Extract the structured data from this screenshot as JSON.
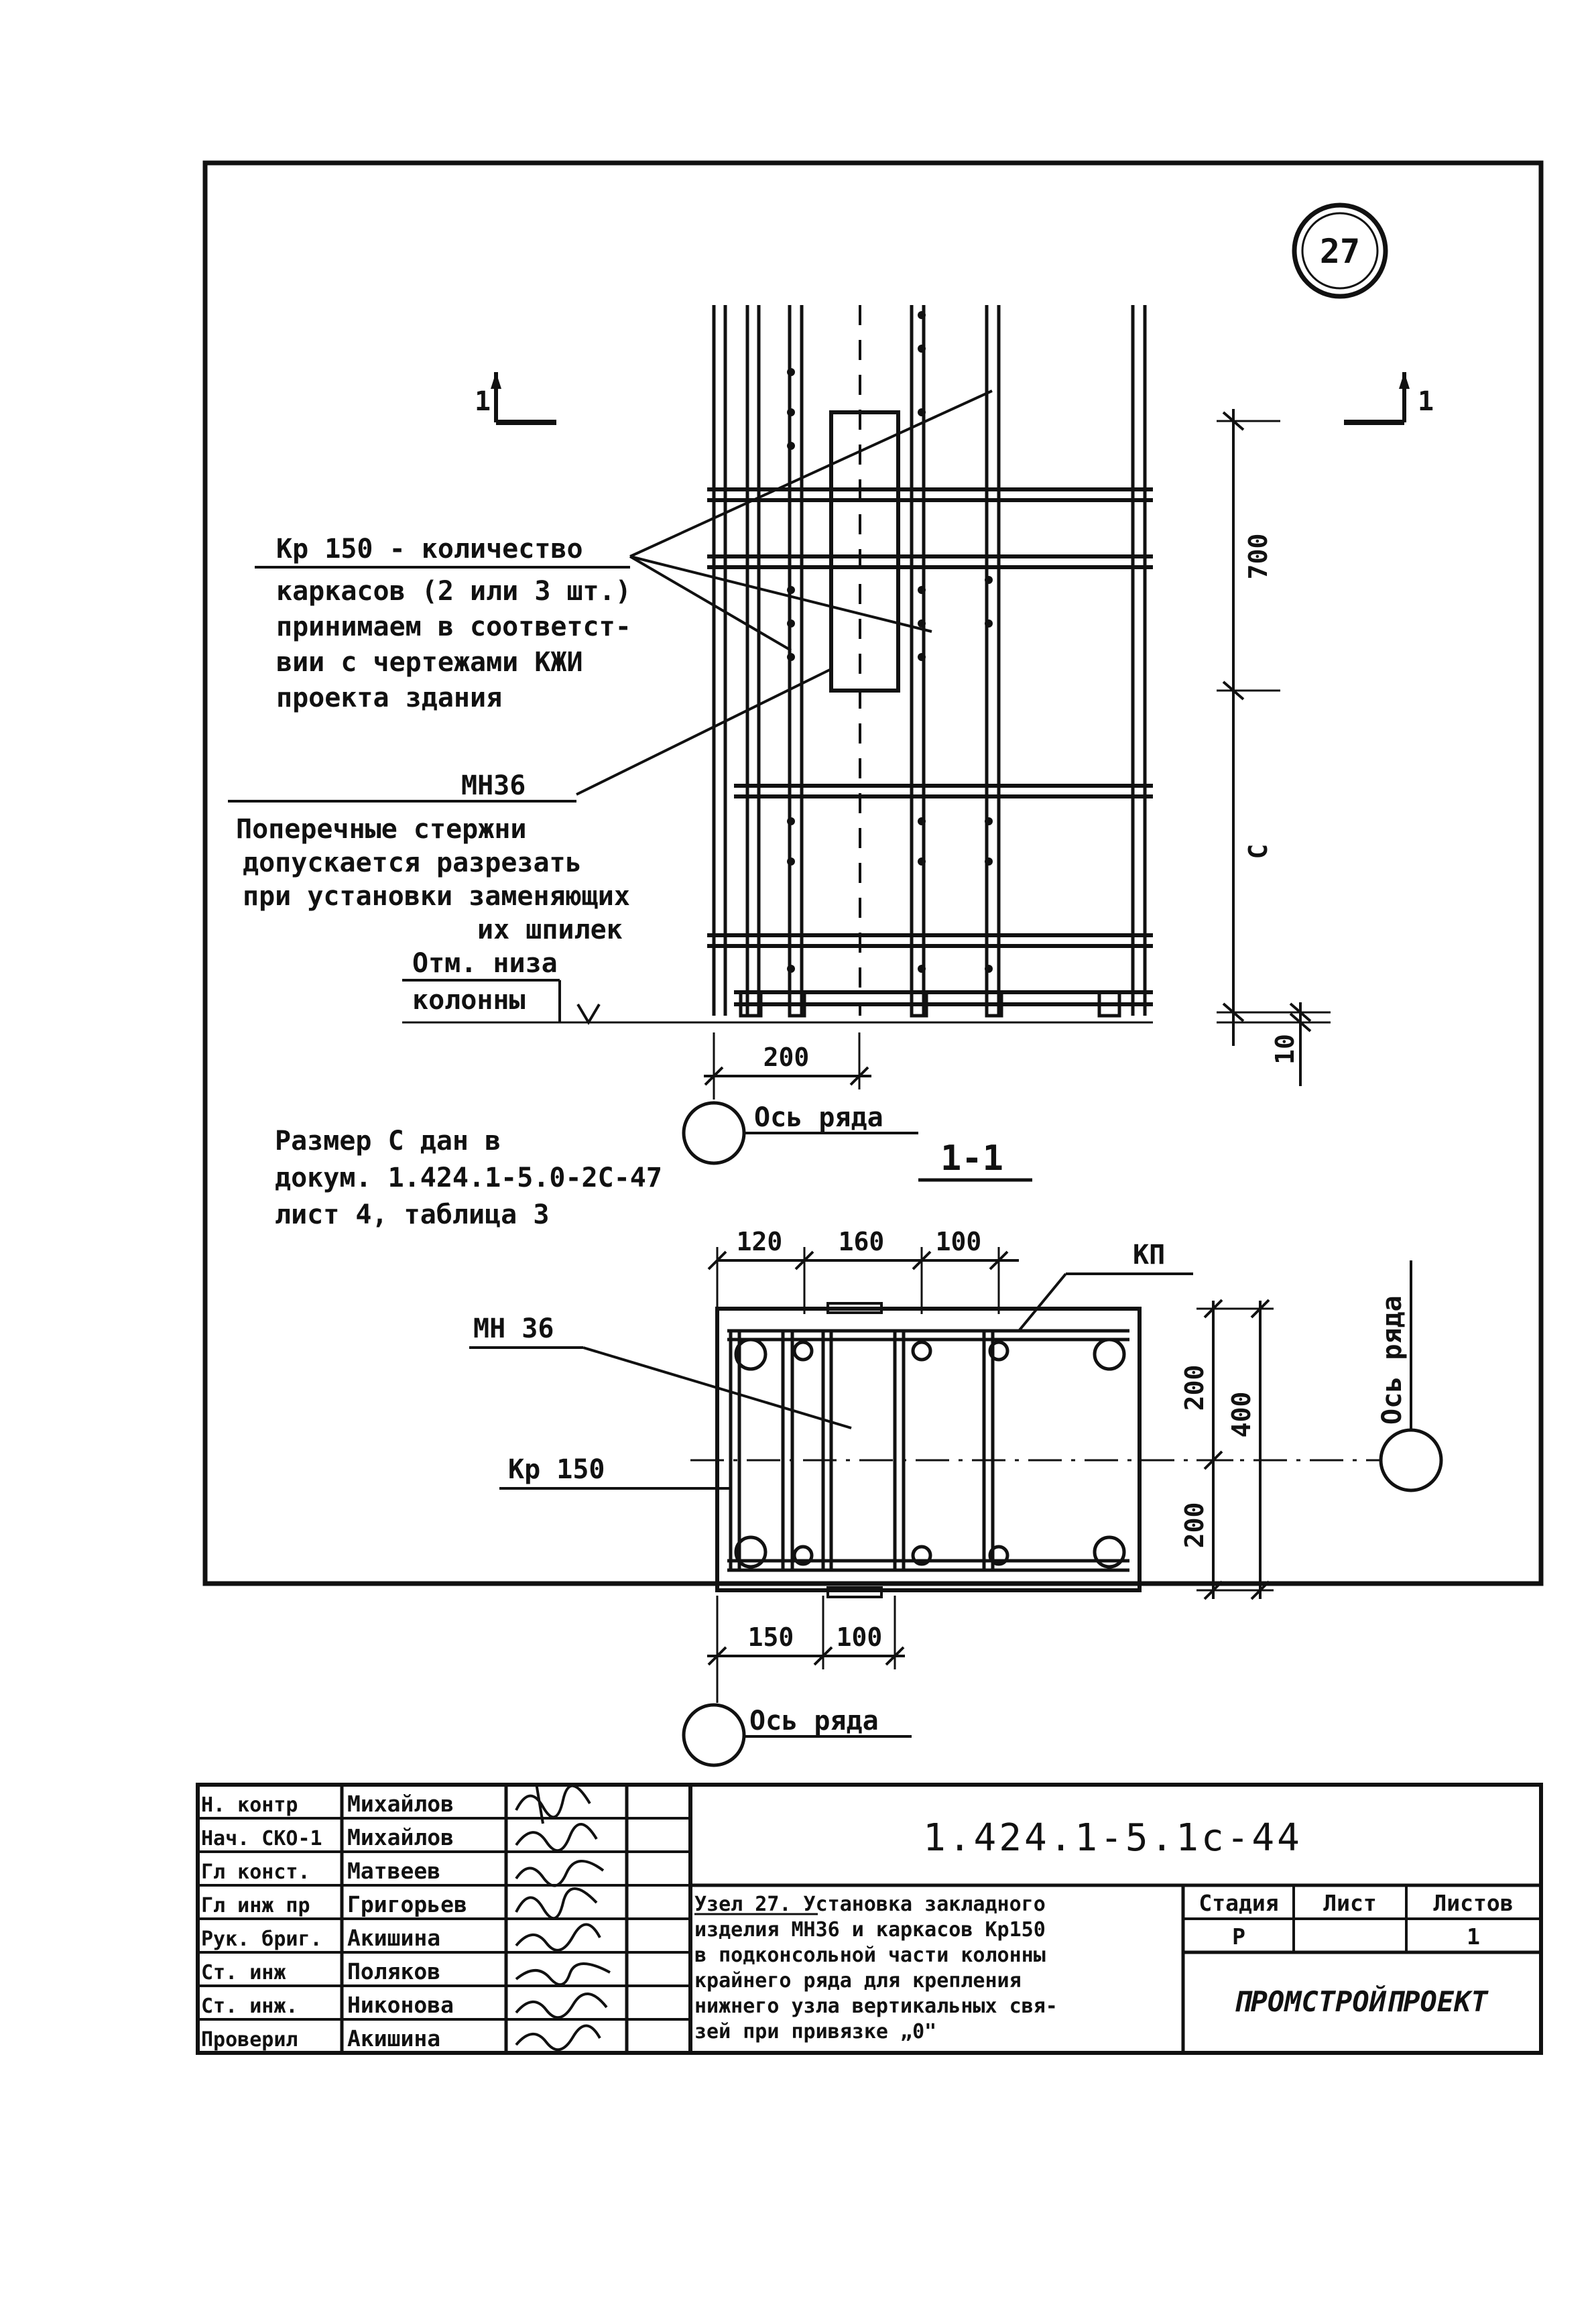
{
  "sheet_number": "27",
  "section_marks": {
    "left": "1",
    "right": "1"
  },
  "elevation": {
    "note_kr150": [
      "Кр 150 - количество",
      "каркасов (2 или 3 шт.)",
      "принимаем в соответст-",
      "вии с чертежами КЖИ",
      "проекта здания"
    ],
    "mn36_label": "МН36",
    "note_rods": [
      "Поперечные стержни",
      "допускается разрезать",
      "при установки заменяющих",
      "их шпилек"
    ],
    "bottom_mark": [
      "Отм. низа",
      "колонны"
    ],
    "dim_700": "700",
    "dim_c": "С",
    "dim_10": "10",
    "dim_200": "200",
    "axis_label": "Ось ряда"
  },
  "note_size_c": [
    "Размер С дан в",
    "докум.   1.424.1-5.0-2С-47",
    "лист 4, таблица 3"
  ],
  "section": {
    "title": "1-1",
    "kp_label": "КП",
    "mn36_label": "МН 36",
    "kr150_label": "Кр 150",
    "dims_top": [
      "120",
      "160",
      "100"
    ],
    "dims_bottom": [
      "150",
      "100"
    ],
    "dims_right": [
      "200",
      "200"
    ],
    "dim_total": "400",
    "axis_right": "Ось ряда",
    "axis_bottom": "Ось ряда"
  },
  "title_block": {
    "signatures": [
      {
        "role": "Н. контр",
        "name": "Михайлов"
      },
      {
        "role": "Нач. СКО-1",
        "name": "Михайлов"
      },
      {
        "role": "Гл конст.",
        "name": "Матвеев"
      },
      {
        "role": "Гл инж пр",
        "name": "Григорьев"
      },
      {
        "role": "Рук. бриг.",
        "name": "Акишина"
      },
      {
        "role": "Ст. инж",
        "name": "Поляков"
      },
      {
        "role": "Ст. инж.",
        "name": "Никонова"
      },
      {
        "role": "Проверил",
        "name": "Акишина"
      }
    ],
    "doc_code": "1.424.1-5.1с-44",
    "title_lines": [
      "Узел 27. Установка закладного",
      "изделия МН36 и каркасов Кр150",
      "в подконсольной части колонны",
      "крайнего ряда для крепления",
      "нижнего узла вертикальных свя-",
      "зей при привязке „0\""
    ],
    "stage_header": "Стадия",
    "sheet_header": "Лист",
    "sheets_header": "Листов",
    "stage_value": "Р",
    "sheets_value": "1",
    "organization": "ПРОМСТРОЙПРОЕКТ"
  }
}
